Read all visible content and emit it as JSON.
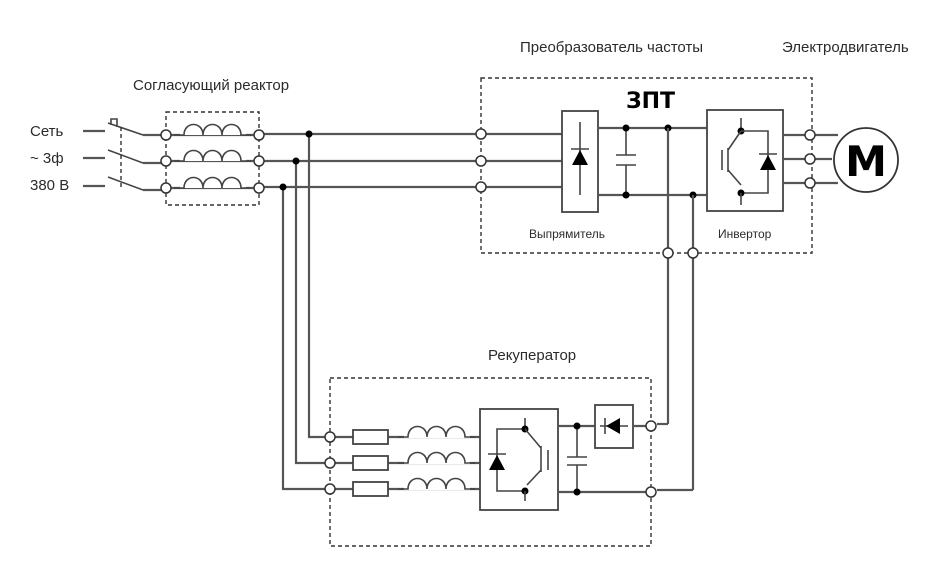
{
  "labels": {
    "grid_line1": "Сеть",
    "grid_line2": "~ 3ф",
    "grid_line3": "380 В",
    "matching_reactor": "Согласующий реактор",
    "frequency_converter": "Преобразователь частоты",
    "electric_motor": "Электродвигатель",
    "dc_link": "ЗПТ",
    "rectifier": "Выпрямитель",
    "inverter": "Инвертор",
    "recuperator": "Рекуператор",
    "motor_symbol": "M"
  }
}
